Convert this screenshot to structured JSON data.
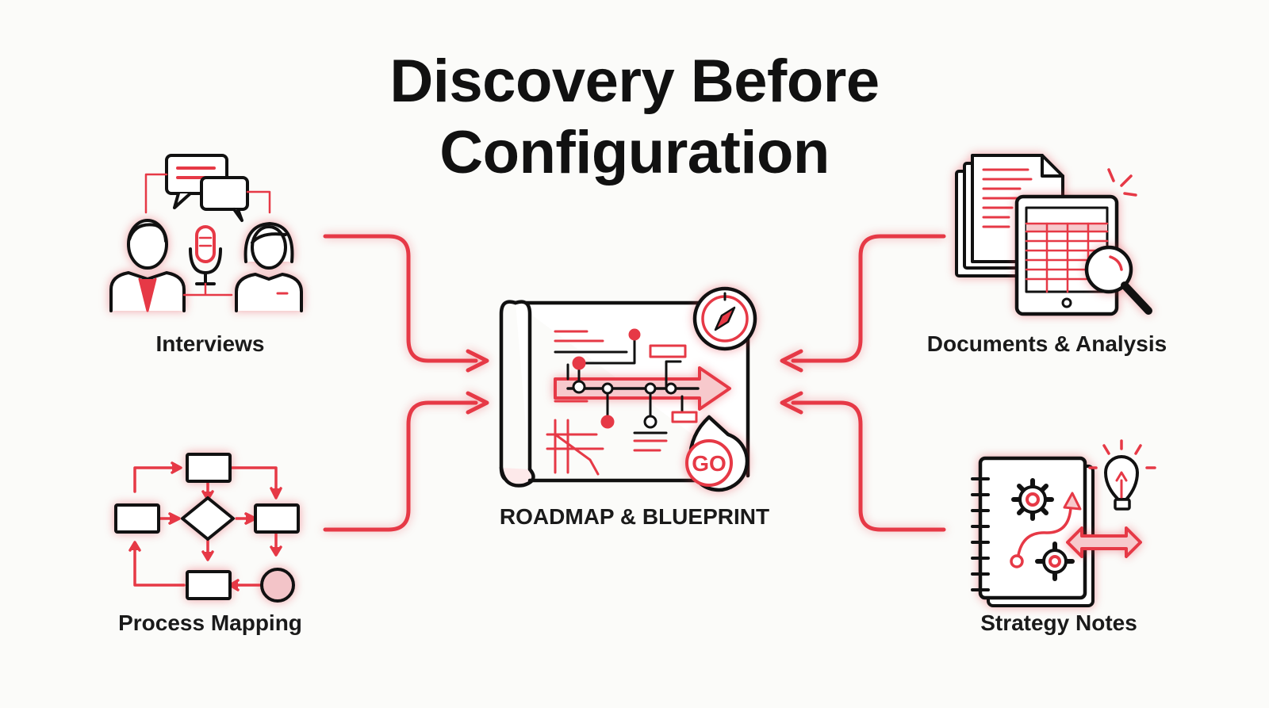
{
  "title": {
    "line1": "Discovery Before",
    "line2": "Configuration"
  },
  "nodes": {
    "interviews": {
      "label": "Interviews",
      "icon": "interviews-icon"
    },
    "process_mapping": {
      "label": "Process Mapping",
      "icon": "flowchart-icon"
    },
    "roadmap": {
      "label": "ROADMAP & BLUEPRINT",
      "icon": "blueprint-roadmap-icon",
      "badge": "GO"
    },
    "documents": {
      "label": "Documents & Analysis",
      "icon": "documents-analysis-icon"
    },
    "strategy": {
      "label": "Strategy Notes",
      "icon": "strategy-notebook-icon"
    }
  },
  "colors": {
    "accent": "#e63946",
    "ink": "#111111",
    "background": "#fbfbf9"
  }
}
